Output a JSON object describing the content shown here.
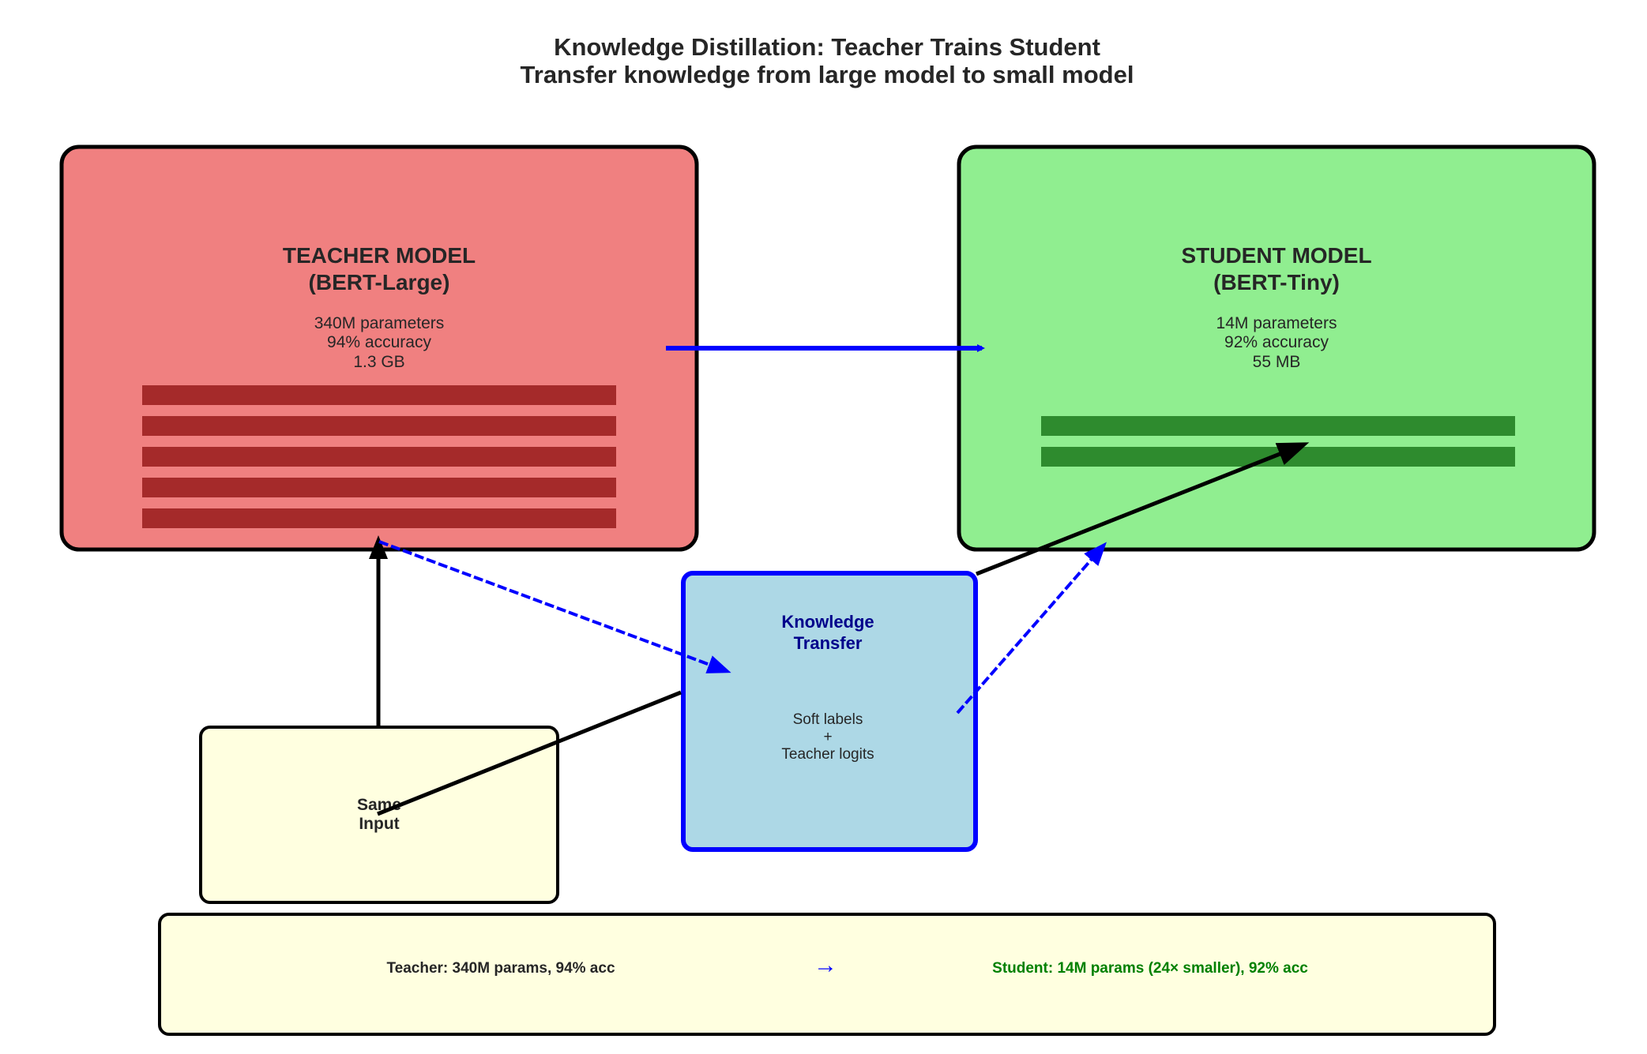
{
  "title": {
    "line1": "Knowledge Distillation: Teacher Trains Student",
    "line2": "Transfer knowledge from large model to small model"
  },
  "teacher": {
    "title_line1": "TEACHER MODEL",
    "title_line2": "(BERT-Large)",
    "stats": [
      "340M parameters",
      "94% accuracy",
      "1.3 GB"
    ],
    "layer_count": 5,
    "fill_color": "#f08080",
    "layer_color": "#a52a2a"
  },
  "student": {
    "title_line1": "STUDENT MODEL",
    "title_line2": "(BERT-Tiny)",
    "stats": [
      "14M parameters",
      "92% accuracy",
      "55 MB"
    ],
    "layer_count": 2,
    "fill_color": "#90ee90",
    "layer_color": "#2e8b2e"
  },
  "knowledge_transfer": {
    "title_line1": "Knowledge",
    "title_line2": "Transfer",
    "body": [
      "Soft labels",
      "+",
      "Teacher logits"
    ],
    "fill_color": "#add8e6",
    "border_color": "#0000ff"
  },
  "input": {
    "label_line1": "Same",
    "label_line2": "Input",
    "fill_color": "#ffffe0"
  },
  "summary": {
    "teacher_text": "Teacher: 340M params, 94% acc",
    "arrow": "→",
    "student_text": "Student: 14M params (24× smaller), 92% acc",
    "student_color": "#008000",
    "arrow_color": "#0000ff"
  }
}
